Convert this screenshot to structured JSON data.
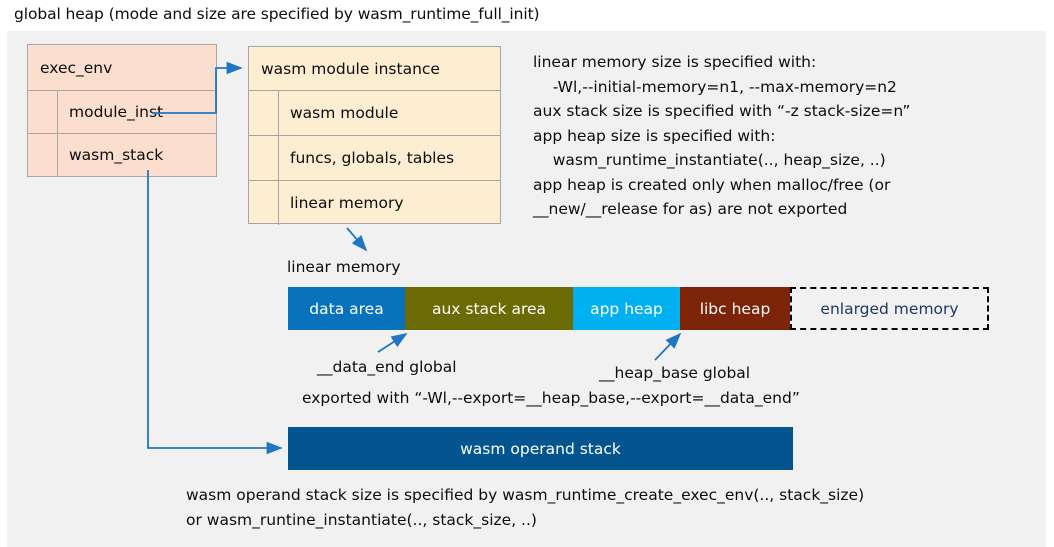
{
  "diagram": {
    "title": "global heap (mode and size are specified by wasm_runtime_full_init)",
    "accent_blue": "#1f77c4",
    "panel_bg": "#f1f1f1"
  },
  "exec_env": {
    "header": "exec_env",
    "rows": [
      {
        "label": "module_inst"
      },
      {
        "label": "wasm_stack"
      }
    ],
    "fill": "#fbdecd"
  },
  "module_instance": {
    "header": "wasm module instance",
    "rows": [
      {
        "label": "wasm module"
      },
      {
        "label": "funcs, globals, tables"
      },
      {
        "label": "linear memory"
      }
    ],
    "fill": "#fdedd1"
  },
  "notes": {
    "right": "linear memory size is specified with:\n    -Wl,--initial-memory=n1, --max-memory=n2\naux stack size is specified with “-z stack-size=n”\napp heap size is specified with:\n    wasm_runtime_instantiate(.., heap_size, ..)\napp heap is created only when malloc/free (or\n__new/__release for as) are not exported",
    "bottom": "wasm operand stack size is specified by wasm_runtime_create_exec_env(.., stack_size)\nor wasm_runtine_instantiate(.., stack_size, ..)"
  },
  "linear_memory": {
    "caption": "linear memory",
    "segments": [
      {
        "label": "data area",
        "color": "#0872bc",
        "width": 117,
        "style": "solid"
      },
      {
        "label": "aux stack area",
        "color": "#6b6b06",
        "width": 168,
        "style": "solid"
      },
      {
        "label": "app heap",
        "color": "#00b0f0",
        "width": 107,
        "style": "solid"
      },
      {
        "label": "libc heap",
        "color": "#7b2407",
        "width": 110,
        "style": "solid"
      },
      {
        "label": "enlarged memory",
        "color": "#f1f1f1",
        "width": 199,
        "style": "dashed"
      }
    ]
  },
  "annotations": {
    "data_end": "__data_end global",
    "heap_base": "__heap_base global",
    "exported_with": "exported with “-Wl,--export=__heap_base,--export=__data_end”"
  },
  "operand_stack": {
    "label": "wasm operand stack",
    "fill": "#04558f"
  }
}
